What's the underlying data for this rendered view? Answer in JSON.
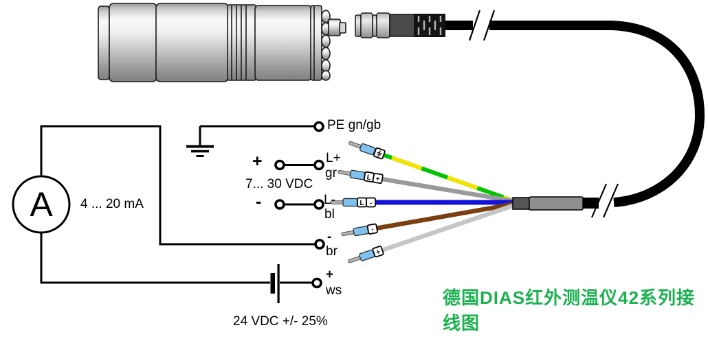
{
  "diagram_title": {
    "text": "德国DIAS红外测温仪42系列接线图",
    "color": "#1cb150"
  },
  "ammeter": {
    "symbol": "A",
    "range": "4 ... 20 mA"
  },
  "supply": {
    "plus_sign": "+",
    "minus_sign": "-",
    "voltage_range": "7... 30 VDC"
  },
  "battery": {
    "label": "24 VDC +/- 25%"
  },
  "terminals": {
    "pe": {
      "label": "PE gn/gb"
    },
    "l_plus": {
      "label": "L+",
      "wire": "gr"
    },
    "l_minus": {
      "label": "L-",
      "wire": "bl"
    },
    "minus": {
      "sign": "-",
      "wire": "br"
    },
    "plus": {
      "sign": "+",
      "wire": "ws"
    }
  },
  "wire_tags": {
    "pe_icon": "earth-symbol",
    "gr": [
      "L",
      "+"
    ],
    "bl": [
      "L",
      "-"
    ],
    "br": "-",
    "ws": "+"
  },
  "colors": {
    "pe_green": "#00c400",
    "pe_yellow": "#f2e400",
    "gray_wire": "#9a9a9a",
    "blue_wire": "#1212d8",
    "brown_wire": "#7a3f10",
    "white_wire": "#c6c6c6",
    "ferrule_blue": "#7fc2ef",
    "title_green": "#1cb150",
    "cable_black": "#000000"
  }
}
